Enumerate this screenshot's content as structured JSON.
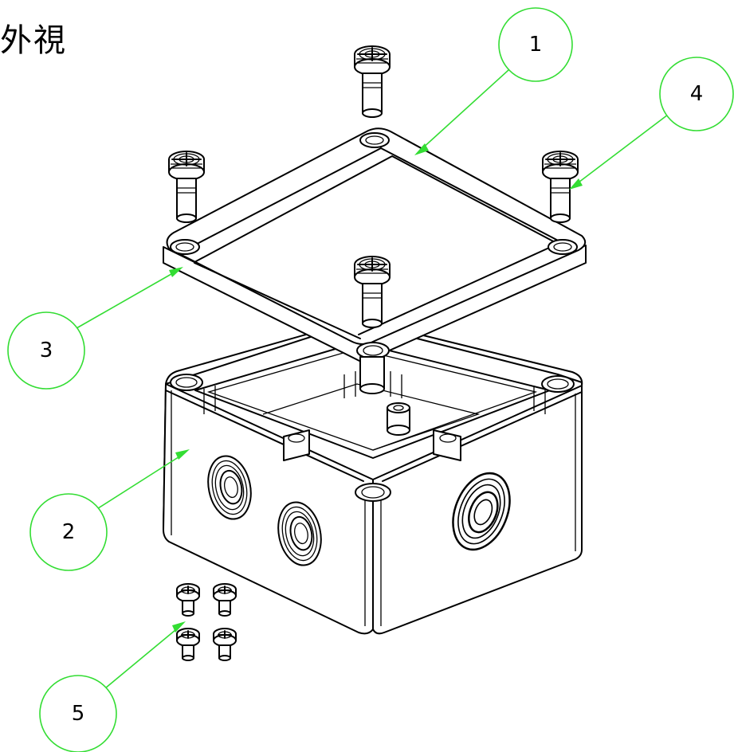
{
  "title": "外視",
  "accent_color": "#33dd33",
  "callouts": [
    {
      "label": "1"
    },
    {
      "label": "4"
    },
    {
      "label": "3"
    },
    {
      "label": "2"
    },
    {
      "label": "5"
    }
  ]
}
